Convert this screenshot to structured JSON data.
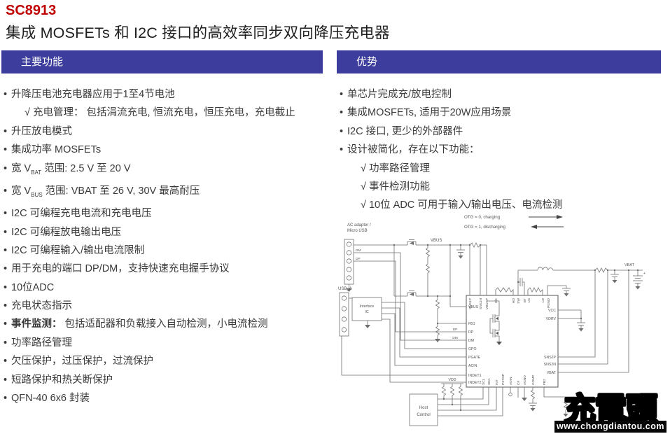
{
  "page": {
    "part_number": "SC8913",
    "subtitle": "集成 MOSFETs 和 I2C 接口的高效率同步双向降压充电器"
  },
  "features": {
    "header": "主要功能",
    "items": [
      {
        "text": "升降压电池充电器应用于1至4节电池"
      },
      {
        "text": "√ 充电管理： 包括涓流充电, 恒流充电，恒压充电，充电截止"
      },
      {
        "text": "升压放电模式"
      },
      {
        "text": "集成功率 MOSFETs"
      },
      {
        "pre": "宽 V",
        "vsub": "BAT",
        "post": " 范围: 2.5 V 至 20 V"
      },
      {
        "pre": "宽 V",
        "vsub": "BUS",
        "post": " 范围: VBAT 至 26 V, 30V 最高耐压"
      },
      {
        "text": "I2C 可编程充电电流和充电电压"
      },
      {
        "text": "I2C 可编程放电输出电压"
      },
      {
        "text": "I2C 可编程输入/输出电流限制"
      },
      {
        "text": "用于充电的端口 DP/DM，支持快速充电握手协议"
      },
      {
        "text": "10位ADC"
      },
      {
        "text": "充电状态指示"
      },
      {
        "bold": "事件监测：",
        "text": " 包括适配器和负载接入自动检测，小电流检测"
      },
      {
        "text": "功率路径管理"
      },
      {
        "text": "欠压保护，过压保护，过流保护"
      },
      {
        "text": "短路保护和热关断保护"
      },
      {
        "text": "QFN-40 6x6 封装"
      }
    ]
  },
  "advantages": {
    "header": "优势",
    "items": [
      "单芯片完成充/放电控制",
      "集成MOSFETs, 适用于20W应用场景",
      "I2C 接口, 更少的外部器件",
      "设计被简化，存在以下功能："
    ],
    "sub_items": [
      "√ 功率路径管理",
      "√ 事件检测功能",
      "√ 10位 ADC 可用于输入/输出电压、电流检测"
    ]
  },
  "legend": {
    "charging": "OTG  = 0, charging",
    "discharging": "OTG = 1, discharging"
  },
  "diagram": {
    "labels": {
      "ac_adapter_line1": "AC adapter /",
      "ac_adapter_line2": "Micro USB",
      "dm": "DM",
      "dp": "DP",
      "usb_a": "USB_A",
      "interface_line1": "Interface",
      "interface_line2": "IC",
      "vbus": "VBUS",
      "vbat": "VBAT",
      "vdd": "VDD",
      "host_line1": "Host",
      "host_line2": "Control",
      "dp_tag": "DP",
      "dm_tag": "DM",
      "battery_plus": "+"
    },
    "chip": {
      "top_pins": [
        "SNS1P",
        "SNS1N",
        "VBUSP",
        "HG",
        "HD",
        "SW",
        "BT",
        "LG",
        "LD",
        "PGND"
      ],
      "left_pins": [
        "VBUS",
        "FB1",
        "DP",
        "DM",
        "GPO",
        "PGATE",
        "ACIN",
        "INDET1",
        "INDET2"
      ],
      "right_pins": [
        "VCC",
        "VDRV",
        "SNS2P",
        "SNS2N",
        "VBAT"
      ],
      "bottom_pins": [
        "SCL",
        "SDA",
        "INT",
        "PSTOP",
        "ADIN",
        "CF",
        "AGND",
        "COMP",
        "FB2"
      ]
    }
  },
  "watermark": {
    "logo": "充電頭",
    "url": "www.chongdiantou.com"
  }
}
